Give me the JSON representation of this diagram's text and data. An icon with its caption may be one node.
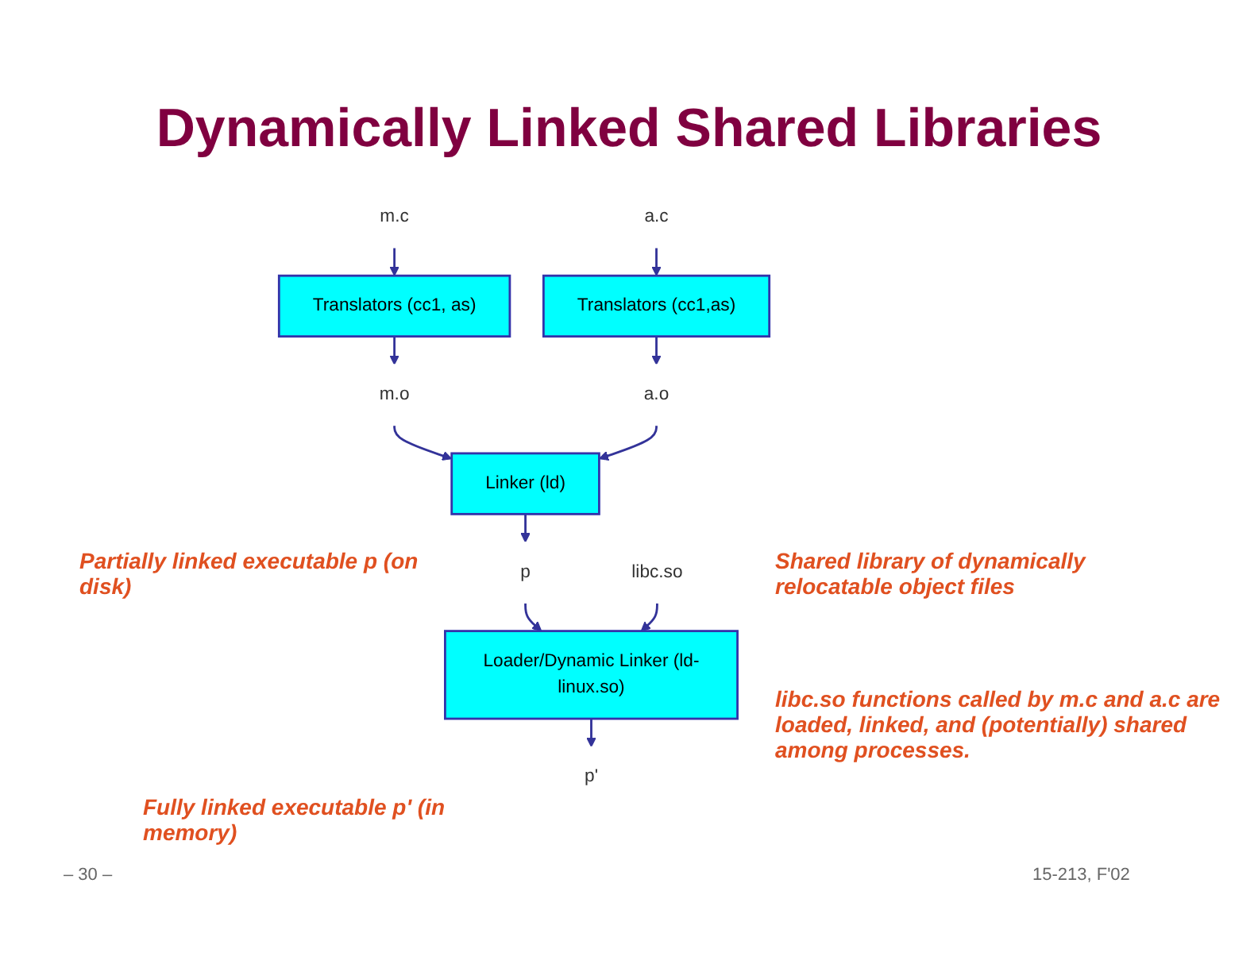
{
  "diagram": {
    "title": "Dynamically Linked Shared Libraries",
    "nodes": [
      {
        "text": [
          "m.c"
        ]
      },
      {
        "text": [
          "a.c"
        ]
      },
      {
        "text": [
          "Translators (cc1, as)"
        ]
      },
      {
        "text": [
          "Translators (cc1,as)"
        ]
      },
      {
        "text": [
          "m.o"
        ]
      },
      {
        "text": [
          "a.o"
        ]
      },
      {
        "text": [
          "Linker (ld)"
        ]
      },
      {
        "text": [
          "p"
        ]
      },
      {
        "text": [
          "libc.so"
        ]
      },
      {
        "text": [
          "Loader/Dynamic Linker (ld-linux.so)"
        ]
      },
      {
        "text": [
          "p'"
        ]
      }
    ],
    "edges": [
      {
        "from": 0,
        "to": 2,
        "arrow": "to"
      },
      {
        "from": 1,
        "to": 3,
        "arrow": "to"
      },
      {
        "from": 2,
        "to": 4,
        "arrow": "to"
      },
      {
        "from": 3,
        "to": 5,
        "arrow": "to"
      },
      {
        "from": 4,
        "to": 6,
        "arrow": "to"
      },
      {
        "from": 5,
        "to": 6,
        "arrow": "to"
      },
      {
        "from": 6,
        "to": 7,
        "arrow": "to"
      },
      {
        "from": 7,
        "to": 9,
        "arrow": "to"
      },
      {
        "from": 8,
        "to": 9,
        "arrow": "to"
      },
      {
        "from": 9,
        "to": 10,
        "arrow": "to"
      }
    ],
    "labels": [
      "Partially linked executable p (on disk)",
      "Shared library of dynamically relocatable object files",
      "libc.so functions called by m.c and a.c are loaded, linked, and (potentially) shared among processes.",
      "Fully linked executable p' (in memory)",
      "– 30 –",
      "15-213, F'02"
    ]
  }
}
